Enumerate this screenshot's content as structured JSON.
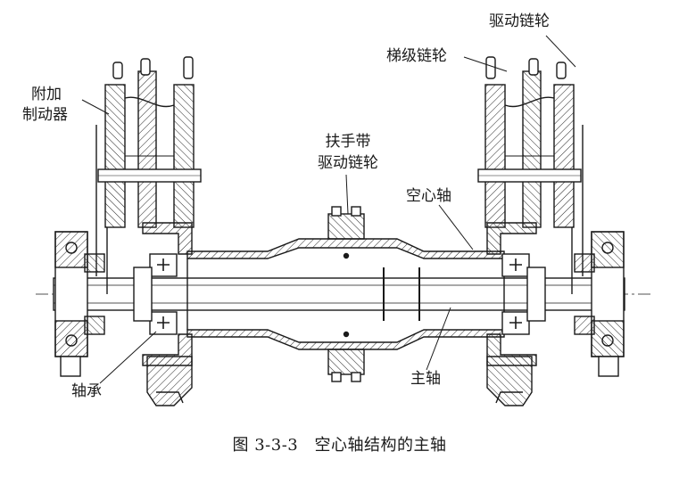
{
  "labels": {
    "drive_sprocket": "驱动链轮",
    "step_sprocket": "梯级链轮",
    "aux_brake_1": "附加",
    "aux_brake_2": "制动器",
    "handrail_1": "扶手带",
    "handrail_2": "驱动链轮",
    "hollow_shaft": "空心轴",
    "main_shaft": "主轴",
    "bearing": "轴承"
  },
  "caption": {
    "number": "图 3-3-3",
    "title": "空心轴结构的主轴"
  }
}
